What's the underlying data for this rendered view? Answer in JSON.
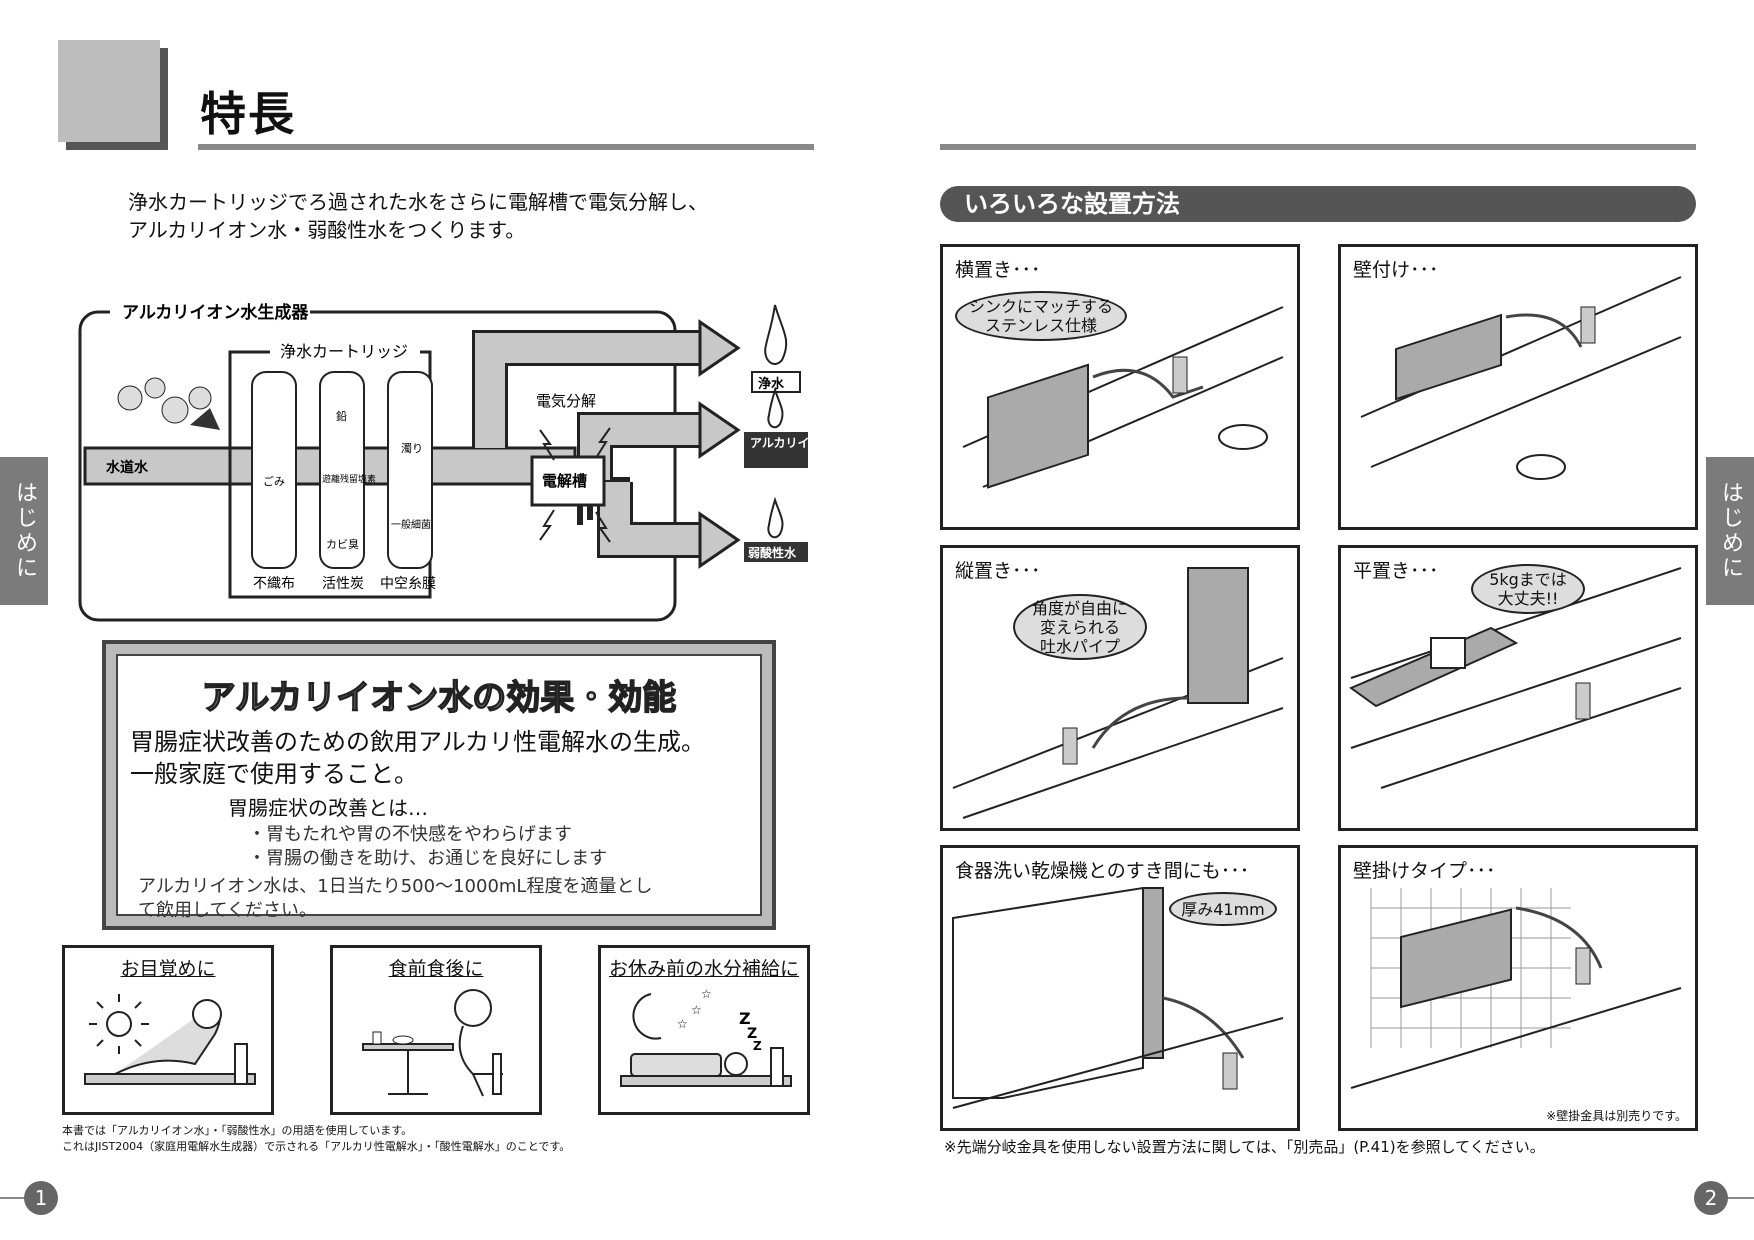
{
  "left_page": {
    "title": "特長",
    "intro": [
      "浄水カートリッジでろ過された水をさらに電解槽で電気分解し、",
      "アルカリイオン水・弱酸性水をつくります。"
    ],
    "diagram": {
      "outer_label": "アルカリイオン水生成器",
      "cartridge_label": "浄水カートリッジ",
      "input_label": "水道水",
      "filters": [
        "不織布",
        "活性炭",
        "中空糸膜"
      ],
      "impurities": {
        "gomi": "ごみ",
        "lead": "鉛",
        "chlorine": "遊離残留塩素",
        "mold": "カビ臭",
        "turbid": "濁り",
        "bacteria": "一般細菌"
      },
      "electrolysis": "電気分解",
      "cell": "電解槽",
      "outputs": [
        "浄水",
        "アルカリイオン水",
        "弱酸性水"
      ]
    },
    "effect": {
      "heading": "アルカリイオン水の効果・効能",
      "line1": "胃腸症状改善のための飲用アルカリ性電解水の生成。",
      "line2": "一般家庭で使用すること。",
      "sub": "胃腸症状の改善とは…",
      "bullets": [
        "・胃もたれや胃の不快感をやわらげます",
        "・胃腸の働きを助け、お通じを良好にします"
      ],
      "note1": "アルカリイオン水は、1日当たり500～1000mL程度を適量とし",
      "note2": "て飲用してください。"
    },
    "usage": [
      "お目覚めに",
      "食前食後に",
      "お休み前の水分補給に"
    ],
    "footnote1": "本書では「アルカリイオン水」・「弱酸性水」の用語を使用しています。",
    "footnote2": "これはJIST2004（家庭用電解水生成器）で示される「アルカリ性電解水」・「酸性電解水」のことです。",
    "page_number": "1",
    "side_tab": "はじめに"
  },
  "right_page": {
    "section_title": "いろいろな設置方法",
    "panels": [
      {
        "caption": "横置き･･･",
        "bubble": "シンクにマッチする\nステンレス仕様"
      },
      {
        "caption": "壁付け･･･",
        "bubble": ""
      },
      {
        "caption": "縦置き･･･",
        "bubble": "角度が自由に\n変えられる\n吐水パイプ"
      },
      {
        "caption": "平置き･･･",
        "bubble": "5kgまでは\n大丈夫!!"
      },
      {
        "caption": "食器洗い乾燥機とのすき間にも･･･",
        "bubble": "厚み41mm"
      },
      {
        "caption": "壁掛けタイプ･･･",
        "bubble": ""
      }
    ],
    "wall_note": "※壁掛金具は別売りです。",
    "bottom_note": "※先端分岐金具を使用しない設置方法に関しては、「別売品」(P.41)を参照してください。",
    "page_number": "2",
    "side_tab": "はじめに"
  }
}
